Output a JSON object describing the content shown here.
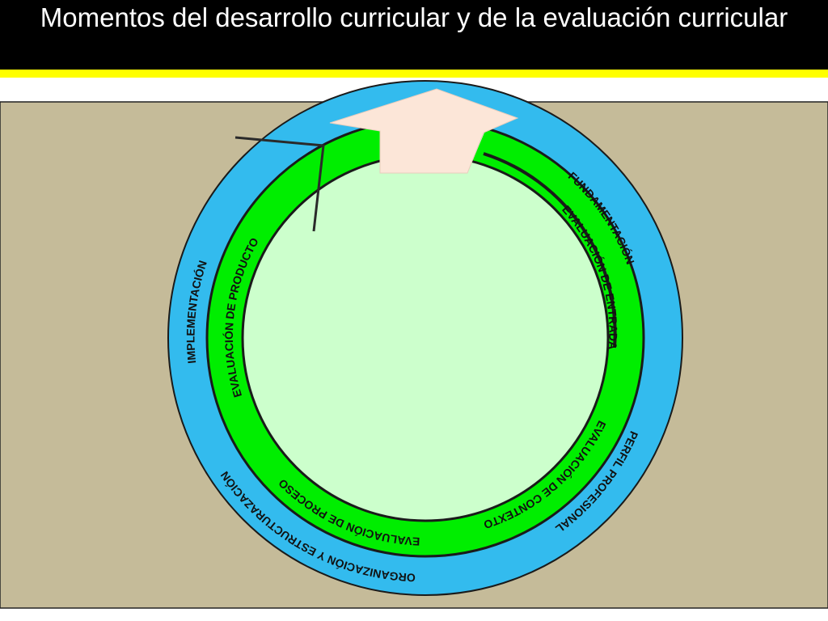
{
  "slide": {
    "title": "Momentos del desarrollo curricular y de la evaluación curricular"
  },
  "diagram": {
    "outer_ring_labels": {
      "fundamentacion": "FUNDAMENTACIÓN",
      "perfil": "PERFIL PROFESIONAL",
      "organizacion": "ORGANIZACIÓN Y ESTRUCTURAZACIÓN",
      "implementacion": "IMPLEMENTACIÓN"
    },
    "inner_ring_labels": {
      "entrada": "EVALUACIÓN DE ENTRADA",
      "contexto": "EVALUACIÓN DE CONTEXTO",
      "proceso": "EVALUACIÓN DE PROCESO",
      "producto": "EVALUACIÓN DE PRODUCTO"
    },
    "colors": {
      "background_panel": "#c5bb99",
      "outer_ring": "#33bbee",
      "inner_ring": "#00ee00",
      "center": "#ccffcc",
      "arrow": "#fce6d8",
      "title_bar": "#000000",
      "accent_strip": "#ffff00"
    }
  }
}
